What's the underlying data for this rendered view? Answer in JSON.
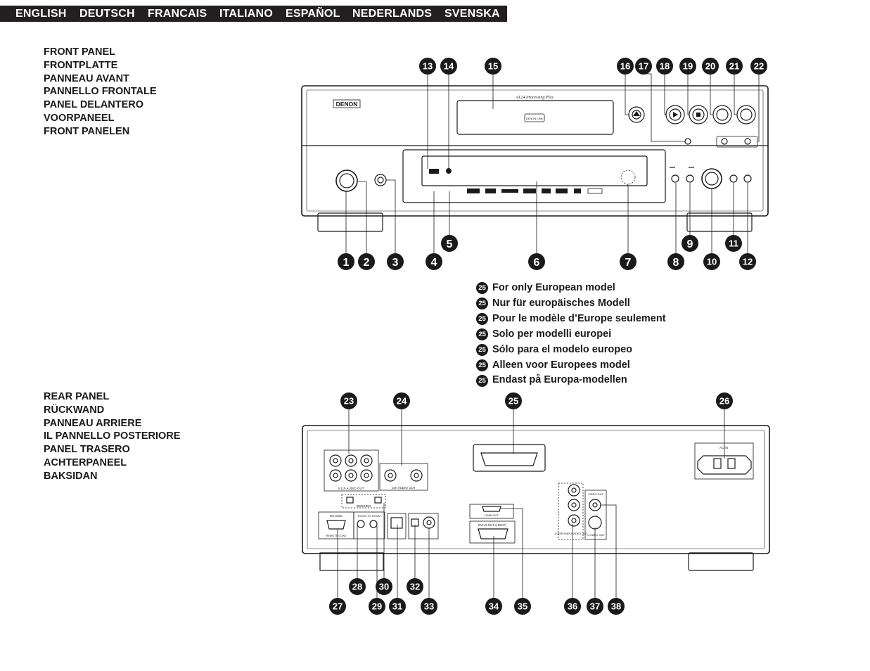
{
  "languages": [
    "ENGLISH",
    "DEUTSCH",
    "FRANCAIS",
    "ITALIANO",
    "ESPAÑOL",
    "NEDERLANDS",
    "SVENSKA"
  ],
  "front_panel_labels": [
    "FRONT PANEL",
    "FRONTPLATTE",
    "PANNEAU AVANT",
    "PANNELLO FRONTALE",
    "PANEL DELANTERO",
    "VOORPANEEL",
    "FRONT PANELEN"
  ],
  "rear_panel_labels": [
    "REAR PANEL",
    "RÜCKWAND",
    "PANNEAU ARRIERE",
    "IL PANNELLO POSTERIORE",
    "PANEL TRASERO",
    "ACHTERPANEEL",
    "BAKSIDAN"
  ],
  "european_notes": {
    "marker": "25",
    "items": [
      "For only European model",
      "Nur für europäisches Modell",
      "Pour le modèle d’Europe seulement",
      "Solo per modelli europei",
      "Sólo para el modelo europeo",
      "Alleen voor Europees model",
      "Endast på Europa-modellen"
    ]
  },
  "device_markings": {
    "brand": "DENON",
    "processing": "AL24 Processing Plus",
    "denon_link": "DENON LINK",
    "rs232c": "RS-232C",
    "hdmi_out": "HDMI OUT",
    "dvi_out": "DVI-D OUT (HDCP)",
    "video_out": "VIDEO OUT",
    "s_video_out": "S VIDEO OUT",
    "component": "COMPONENT VIDEO OUT",
    "room_to_room": "ROOM TO ROOM",
    "remote_control": "REMOTE CONT",
    "audio_out_51": "5.1ch AUDIO OUT",
    "audio_out_2": "2ch AUDIO OUT",
    "ac_in": "AC IN",
    "ieee": "IEEE1394"
  },
  "callouts": {
    "front": [
      "1",
      "2",
      "3",
      "4",
      "5",
      "6",
      "7",
      "8",
      "9",
      "10",
      "11",
      "12",
      "13",
      "14",
      "15",
      "16",
      "17",
      "18",
      "19",
      "20",
      "21",
      "22"
    ],
    "rear": [
      "23",
      "24",
      "25",
      "26",
      "27",
      "28",
      "29",
      "30",
      "31",
      "32",
      "33",
      "34",
      "35",
      "36",
      "37",
      "38"
    ]
  }
}
